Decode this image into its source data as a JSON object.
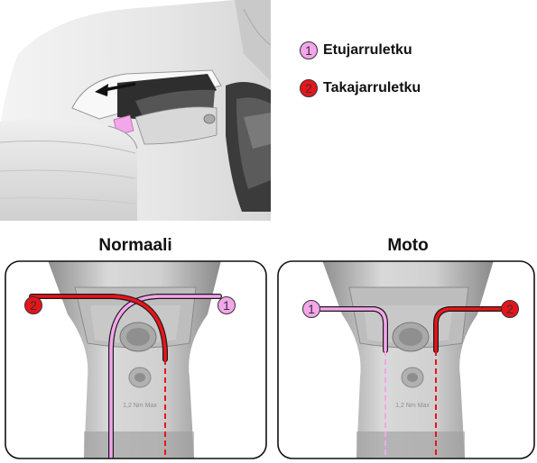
{
  "legend": [
    {
      "number": "1",
      "label": "Etujarruletku",
      "color": "#f3a6ea"
    },
    {
      "number": "2",
      "label": "Takajarruletku",
      "color": "#e8141b"
    }
  ],
  "panels": [
    {
      "title": "Normaali",
      "left_marker": "2",
      "right_marker": "1",
      "engraving": "1,2 Nm Max"
    },
    {
      "title": "Moto",
      "left_marker": "1",
      "right_marker": "2",
      "engraving": "1,2 Nm Max"
    }
  ],
  "colors": {
    "front_hose": "#f3a6ea",
    "rear_hose": "#e8141b",
    "outline": "#1a1a1a"
  }
}
